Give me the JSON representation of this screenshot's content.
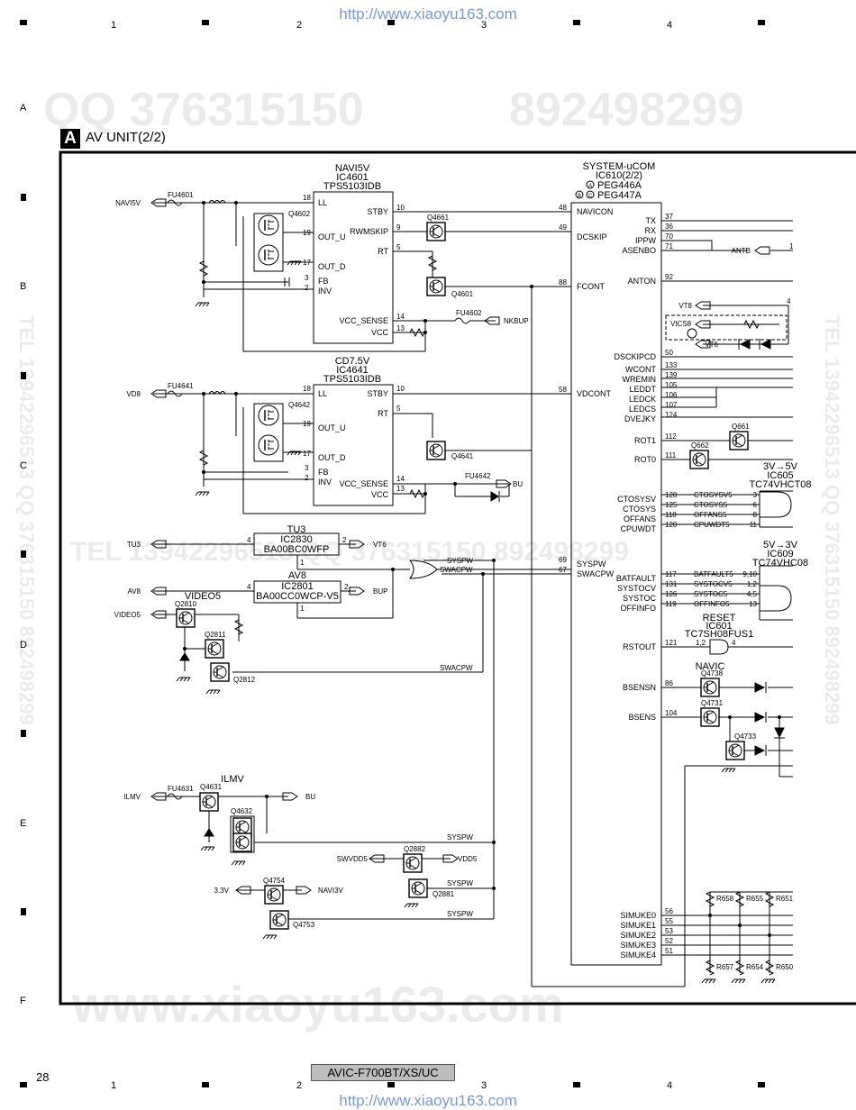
{
  "header_url": "http://www.xiaoyu163.com",
  "footer_url": "http://www.xiaoyu163.com",
  "watermarks": {
    "top_left": "QQ 376315150",
    "top_right": "892498299",
    "middle": "TEL 13942296513  QQ 376315150  892498299",
    "bottom": "www.xiaoyu163.com",
    "vertical_left": "TEL 13942296513  QQ 376315150  892498299",
    "vertical_right": "TEL 13942296513  QQ 376315150  892498299"
  },
  "zone_columns": [
    "1",
    "2",
    "3",
    "4"
  ],
  "zone_rows": [
    "A",
    "B",
    "C",
    "D",
    "E",
    "F"
  ],
  "section": {
    "letter": "A",
    "title": "AV UNIT(2/2)"
  },
  "page_number": "28",
  "model": "AVIC-F700BT/XS/UC",
  "ic_navi": {
    "name": "NAVI5V",
    "ref": "IC4601",
    "part": "TPS5103IDB",
    "pins_left": [
      "LL",
      "OUT_U",
      "OUT_D",
      "FB",
      "INV"
    ],
    "pins_right": [
      "STBY",
      "RWMSKIP",
      "RT",
      "VCC_SENSE",
      "VCC"
    ],
    "nums_left": [
      "18",
      "19",
      "17",
      "3",
      "2"
    ],
    "nums_right": [
      "10",
      "9",
      "5",
      "14",
      "13"
    ]
  },
  "ic_cd": {
    "name": "CD7.5V",
    "ref": "IC4641",
    "part": "TPS5103IDB",
    "pins_left": [
      "LL",
      "OUT_U",
      "OUT_D",
      "FB",
      "INV"
    ],
    "pins_right": [
      "STBY",
      "RT",
      "VCC_SENSE",
      "VCC"
    ],
    "nums_left": [
      "18",
      "19",
      "17",
      "3",
      "2"
    ],
    "nums_right": [
      "10",
      "5",
      "14",
      "13"
    ]
  },
  "ic_sys": {
    "name": "SYSTEM-uCOM",
    "ref": "IC610(2/2)",
    "var_a": "PEG446A",
    "var_bc": "PEG447A",
    "circle_a": "A",
    "circle_b": "B",
    "circle_c": "C",
    "pins_left": [
      "NAVICON",
      "DCSKIP",
      "FCONT",
      "VDCONT",
      "SYSPW",
      "SWACPW"
    ],
    "nums_left": [
      "48",
      "49",
      "88",
      "58",
      "69",
      "67"
    ],
    "pins_right": [
      "TX",
      "RX",
      "IPPW",
      "ASENBO",
      "ANTON",
      "DSCKIPCD",
      "WCONT",
      "WREMIN",
      "LEDDT",
      "LEDCK",
      "LEDCS",
      "DVEJKY",
      "ROT1",
      "ROT0",
      "CTOSYSV",
      "CTOSYS",
      "OFFANS",
      "CPUWDT",
      "BATFAULT",
      "SYSTOCV",
      "SYSTOC",
      "OFFINFO",
      "RSTOUT",
      "BSENSN",
      "BSENS",
      "SIMUKE0",
      "SIMUKE1",
      "SIMUKE2",
      "SIMUKE3",
      "SIMUKE4"
    ],
    "nums_right": [
      "37",
      "36",
      "70",
      "71",
      "92",
      "50",
      "133",
      "139",
      "105",
      "106",
      "107",
      "124",
      "112",
      "111",
      "128",
      "125",
      "118",
      "120",
      "117",
      "131",
      "126",
      "119",
      "121",
      "86",
      "104",
      "56",
      "55",
      "53",
      "52",
      "51"
    ]
  },
  "reg_tu3": {
    "name": "TU3",
    "ref": "IC2830",
    "part": "BA00BC0WFP",
    "pin_in": "2",
    "pin_out": "4",
    "pin_ctl": "1"
  },
  "reg_av8": {
    "name": "AV8",
    "ref": "IC2801",
    "part": "BA00CC0WCP-V5",
    "pin_in": "2",
    "pin_out": "4",
    "pin_ctl": "1"
  },
  "ic605": {
    "title": "3V→5V",
    "ref": "IC605",
    "part": "TC74VHCT08"
  },
  "ic609": {
    "title": "5V→3V",
    "ref": "IC609",
    "part": "TC74VHC08"
  },
  "ic601": {
    "title": "RESET",
    "ref": "IC601",
    "part": "TC7SH08FUS1",
    "pin_in": "1,2",
    "pin_out": "4"
  },
  "navic": "NAVIC",
  "video5": "VIDEO5",
  "ilmv_label": "ILMV",
  "ports": {
    "navi5v": "NAVI5V",
    "vd8": "VD8",
    "nkbup": "NKBUP",
    "bu1": "BU",
    "tu3": "TU3",
    "vt6": "VT6",
    "av8": "AV8",
    "bup": "BUP",
    "video5": "VIDEO5",
    "ilmv": "ILMV",
    "bu2": "BU",
    "swvdd5": "SWVDD5",
    "vdd5": "VDD5",
    "v33": "3.3V",
    "navi3v": "NAVI3V",
    "antb": "ANTB",
    "vt8": "VT8",
    "vt6b": "VT6",
    "vics8": "VICS8"
  },
  "fuses": [
    "FU4601",
    "FU4641",
    "FU4602",
    "FU4642",
    "FU4631"
  ],
  "transistors": [
    "Q4602",
    "Q4642",
    "Q4661",
    "Q4601",
    "Q4641",
    "Q2810",
    "Q2811",
    "Q2812",
    "Q4631",
    "Q4632",
    "Q2882",
    "Q2881",
    "Q4754",
    "Q4753",
    "Q661",
    "Q662",
    "Q4738",
    "Q4731",
    "Q4733"
  ],
  "nets": {
    "syspw": "SYSPW",
    "swacpw": "SWACPW"
  },
  "logic_nets": [
    "CTOSYSV5",
    "CTOSYS5",
    "OFFANS5",
    "CPUWDT5",
    "BATFAULT5",
    "SYSTOCV5",
    "SYSTOC5",
    "OFFINFO5"
  ],
  "logic_pins": [
    "3",
    "6",
    "8",
    "11",
    "9,10",
    "1,2",
    "4,5",
    "13"
  ],
  "resistors": [
    "R658",
    "R655",
    "R651",
    "R657",
    "R654",
    "R650"
  ],
  "misc_pins": {
    "antb_pin": "1",
    "vt8_pin": "4"
  }
}
